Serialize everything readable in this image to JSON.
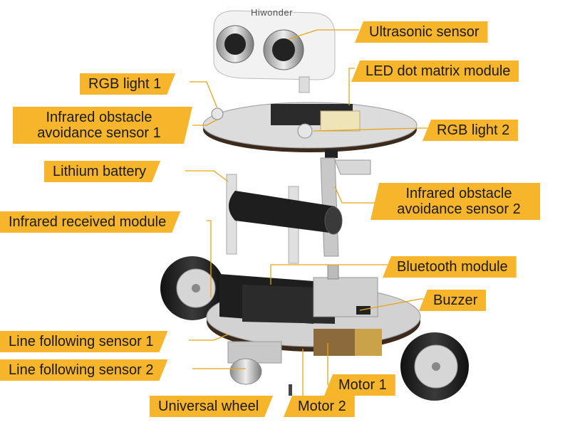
{
  "brand_text": "Hiwonder",
  "colors": {
    "label_bg": "#f7b52c",
    "leader_line": "#e8a319",
    "label_text": "#1a1a1a"
  },
  "labels": {
    "ultrasonic_sensor": "Ultrasonic sensor",
    "rgb_light_1": "RGB light 1",
    "led_dot_matrix": "LED dot matrix module",
    "ir_obstacle_1": "Infrared obstacle avoidance sensor 1",
    "rgb_light_2": "RGB light 2",
    "lithium_battery": "Lithium battery",
    "ir_obstacle_2": "Infrared obstacle avoidance sensor 2",
    "ir_received": "Infrared received module",
    "bluetooth": "Bluetooth module",
    "buzzer": "Buzzer",
    "line_following_1": "Line following sensor 1",
    "line_following_2": "Line following sensor 2",
    "motor_1": "Motor 1",
    "universal_wheel": "Universal wheel",
    "motor_2": "Motor 2"
  }
}
